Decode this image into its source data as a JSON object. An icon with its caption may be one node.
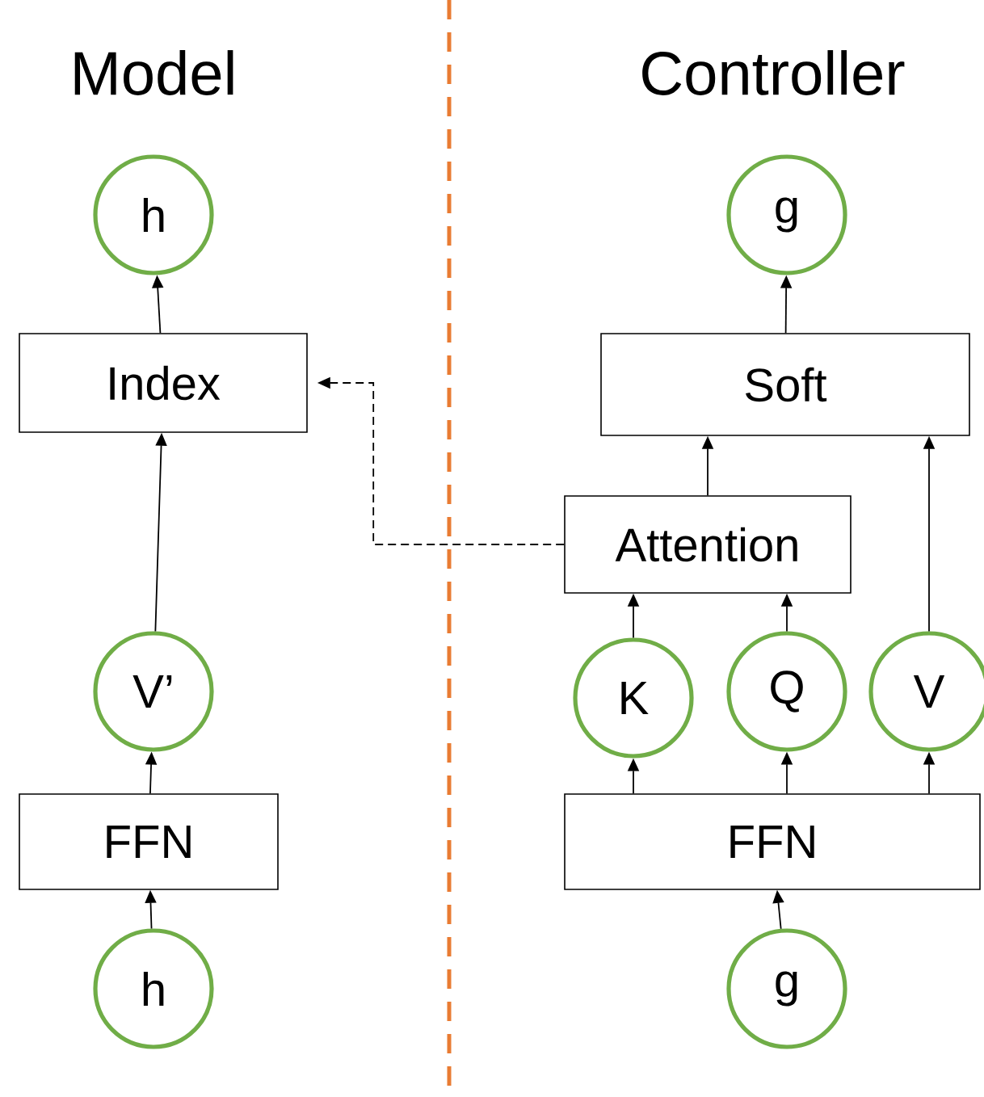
{
  "diagram": {
    "nodes": [
      {
        "text": [
          "h"
        ]
      },
      {
        "text": [
          "g"
        ]
      },
      {
        "text": [
          "Index"
        ]
      },
      {
        "text": [
          "Soft"
        ]
      },
      {
        "text": [
          "Attention"
        ]
      },
      {
        "text": [
          "V’"
        ]
      },
      {
        "text": [
          "K"
        ]
      },
      {
        "text": [
          "Q"
        ]
      },
      {
        "text": [
          "V"
        ]
      },
      {
        "text": [
          "FFN"
        ]
      },
      {
        "text": [
          "FFN"
        ]
      },
      {
        "text": [
          "h"
        ]
      },
      {
        "text": [
          "g"
        ]
      }
    ],
    "edges": [
      {
        "from": 11,
        "to": 9,
        "arrow": "to"
      },
      {
        "from": 9,
        "to": 5,
        "arrow": "to"
      },
      {
        "from": 5,
        "to": 2,
        "arrow": "to"
      },
      {
        "from": 2,
        "to": 0,
        "arrow": "to"
      },
      {
        "from": 12,
        "to": 10,
        "arrow": "to"
      },
      {
        "from": 10,
        "to": 6,
        "arrow": "to"
      },
      {
        "from": 10,
        "to": 7,
        "arrow": "to"
      },
      {
        "from": 10,
        "to": 8,
        "arrow": "to"
      },
      {
        "from": 6,
        "to": 4,
        "arrow": "to"
      },
      {
        "from": 7,
        "to": 4,
        "arrow": "to"
      },
      {
        "from": 8,
        "to": 3,
        "arrow": "to"
      },
      {
        "from": 4,
        "to": 3,
        "arrow": "to"
      },
      {
        "from": 3,
        "to": 1,
        "arrow": "to"
      },
      {
        "from": 4,
        "to": 2,
        "arrow": "to",
        "style": "dashed"
      }
    ],
    "labels": [
      "Model",
      "Controller"
    ]
  }
}
